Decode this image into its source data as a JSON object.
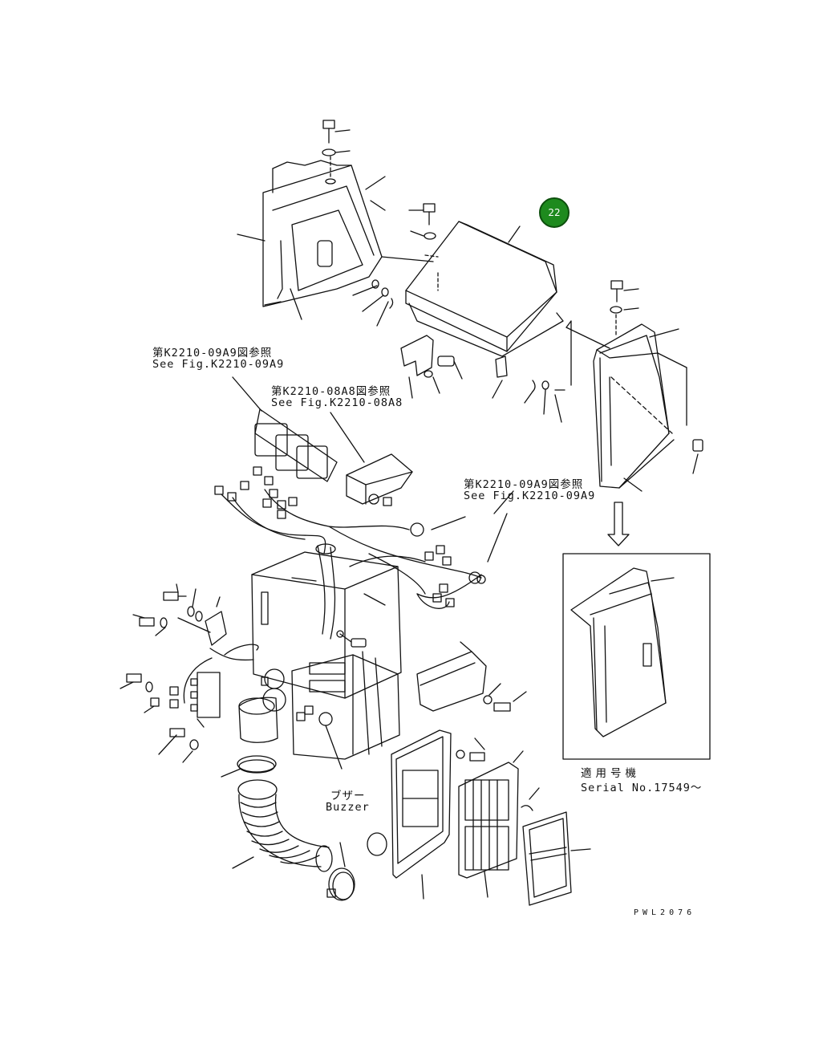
{
  "badge": {
    "number": "22",
    "color": "#1e8a1e"
  },
  "callouts": {
    "ref1_jp": "第K2210-09A9図参照",
    "ref1_en": "See Fig.K2210-09A9",
    "ref2_jp": "第K2210-08A8図参照",
    "ref2_en": "See Fig.K2210-08A8",
    "ref3_jp": "第K2210-09A9図参照",
    "ref3_en": "See Fig.K2210-09A9",
    "buzzer_jp": "ブザー",
    "buzzer_en": "Buzzer",
    "serial_jp": "適用号機",
    "serial_en": "Serial No.17549～",
    "drawing_no": "PWL2076"
  },
  "icons": [
    "exploded-parts-drawing",
    "down-arrow-icon",
    "inset-frame"
  ]
}
